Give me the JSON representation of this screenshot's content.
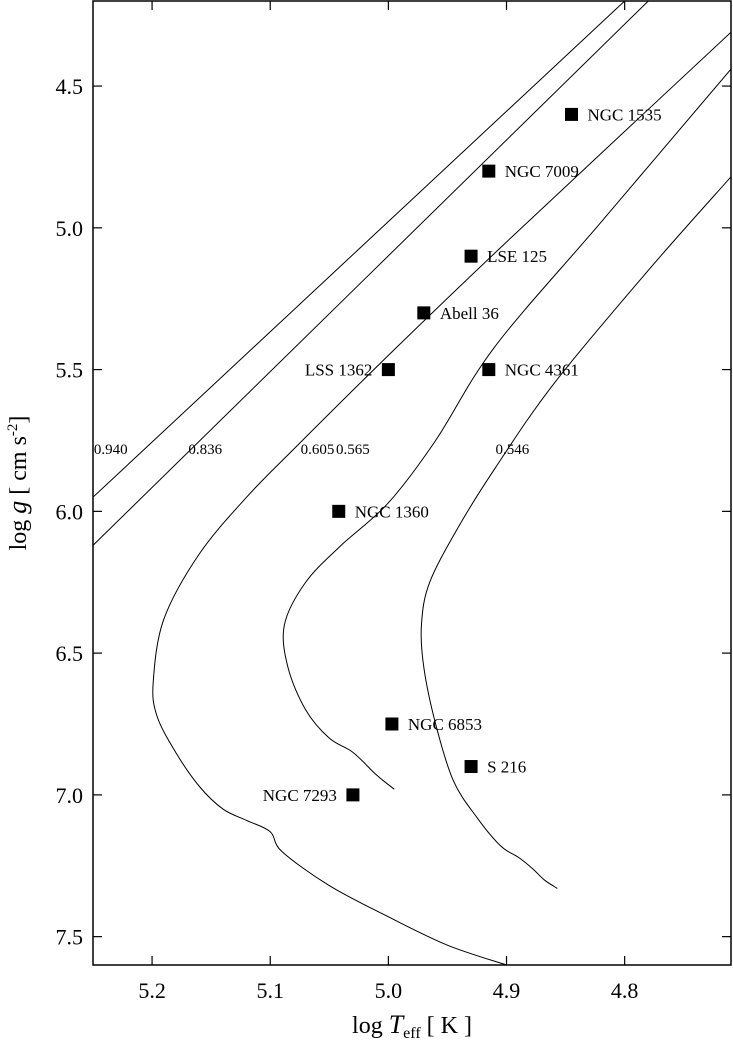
{
  "chart_data": {
    "type": "scatter",
    "xlabel": {
      "prefix": "log ",
      "symbol": "T",
      "sub": "eff",
      "unit": " [ K ]"
    },
    "ylabel": {
      "prefix": "log ",
      "symbol": "g",
      "unit_pre": " [ cm s",
      "unit_sup": "-2",
      "unit_post": "]"
    },
    "xlim": [
      5.25,
      4.71
    ],
    "ylim": [
      7.6,
      4.2
    ],
    "x_reversed": true,
    "y_reversed": true,
    "x_ticks": [
      5.2,
      5.1,
      5.0,
      4.9,
      4.8
    ],
    "x_tick_labels": [
      "5.2",
      "5.1",
      "5.0",
      "4.9",
      "4.8"
    ],
    "y_ticks": [
      4.5,
      5.0,
      5.5,
      6.0,
      6.5,
      7.0,
      7.5
    ],
    "y_tick_labels": [
      "4.5",
      "5.0",
      "5.5",
      "6.0",
      "6.5",
      "7.0",
      "7.5"
    ],
    "grid": false,
    "stars": [
      {
        "name": "NGC 1535",
        "x": 4.845,
        "y": 4.6,
        "label_side": "right"
      },
      {
        "name": "NGC 7009",
        "x": 4.915,
        "y": 4.8,
        "label_side": "right"
      },
      {
        "name": "LSE 125",
        "x": 4.93,
        "y": 5.1,
        "label_side": "right"
      },
      {
        "name": "Abell 36",
        "x": 4.97,
        "y": 5.3,
        "label_side": "right"
      },
      {
        "name": "LSS 1362",
        "x": 5.0,
        "y": 5.5,
        "label_side": "left"
      },
      {
        "name": "NGC 4361",
        "x": 4.915,
        "y": 5.5,
        "label_side": "right"
      },
      {
        "name": "NGC 1360",
        "x": 5.042,
        "y": 6.0,
        "label_side": "right"
      },
      {
        "name": "NGC 6853",
        "x": 4.997,
        "y": 6.75,
        "label_side": "right"
      },
      {
        "name": "S 216",
        "x": 4.93,
        "y": 6.9,
        "label_side": "right"
      },
      {
        "name": "NGC 7293",
        "x": 5.03,
        "y": 7.0,
        "label_side": "left"
      }
    ],
    "tracks": [
      {
        "mass": "0.940",
        "label_at": [
          5.235,
          5.78
        ],
        "points": [
          [
            5.25,
            5.95
          ],
          [
            4.8,
            4.2
          ]
        ]
      },
      {
        "mass": "0.836",
        "label_at": [
          5.155,
          5.78
        ],
        "points": [
          [
            5.25,
            6.12
          ],
          [
            4.78,
            4.2
          ]
        ]
      },
      {
        "mass": "0.605",
        "label_at": [
          5.06,
          5.78
        ],
        "points": [
          [
            4.71,
            4.31
          ],
          [
            4.9,
            5.05
          ],
          [
            5.0,
            5.45
          ],
          [
            5.08,
            5.78
          ],
          [
            5.12,
            5.95
          ],
          [
            5.16,
            6.15
          ],
          [
            5.19,
            6.38
          ],
          [
            5.199,
            6.6
          ],
          [
            5.196,
            6.72
          ],
          [
            5.18,
            6.85
          ],
          [
            5.16,
            6.97
          ],
          [
            5.14,
            7.05
          ],
          [
            5.12,
            7.09
          ],
          [
            5.1,
            7.13
          ],
          [
            5.09,
            7.2
          ],
          [
            5.05,
            7.32
          ],
          [
            5.0,
            7.43
          ],
          [
            4.95,
            7.53
          ],
          [
            4.9,
            7.6
          ]
        ]
      },
      {
        "mass": "0.565",
        "label_at": [
          5.03,
          5.78
        ],
        "points": [
          [
            4.71,
            4.44
          ],
          [
            4.82,
            4.98
          ],
          [
            4.91,
            5.42
          ],
          [
            4.96,
            5.75
          ],
          [
            5.0,
            5.97
          ],
          [
            5.04,
            6.12
          ],
          [
            5.07,
            6.25
          ],
          [
            5.088,
            6.4
          ],
          [
            5.085,
            6.55
          ],
          [
            5.07,
            6.7
          ],
          [
            5.05,
            6.8
          ],
          [
            5.03,
            6.85
          ],
          [
            5.01,
            6.93
          ],
          [
            4.995,
            6.98
          ]
        ]
      },
      {
        "mass": "0.546",
        "label_at": [
          4.895,
          5.78
        ],
        "points": [
          [
            4.71,
            4.82
          ],
          [
            4.78,
            5.15
          ],
          [
            4.86,
            5.55
          ],
          [
            4.91,
            5.85
          ],
          [
            4.94,
            6.05
          ],
          [
            4.965,
            6.25
          ],
          [
            4.972,
            6.4
          ],
          [
            4.97,
            6.55
          ],
          [
            4.96,
            6.75
          ],
          [
            4.945,
            6.95
          ],
          [
            4.925,
            7.08
          ],
          [
            4.905,
            7.18
          ],
          [
            4.89,
            7.22
          ],
          [
            4.878,
            7.26
          ],
          [
            4.868,
            7.3
          ],
          [
            4.857,
            7.33
          ]
        ]
      }
    ]
  }
}
